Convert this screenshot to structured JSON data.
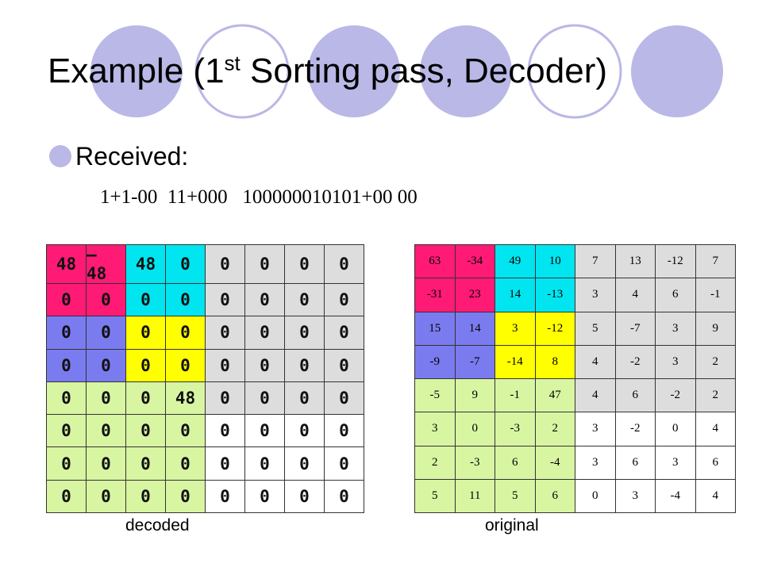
{
  "slide": {
    "title_prefix": "Example (1",
    "title_sup": "st",
    "title_suffix": " Sorting pass, Decoder)",
    "bullet": "Received:",
    "received_bits": "1+1-00  11+000   100000010101+00 00"
  },
  "colors": {
    "pink": "#ff1a75",
    "cyan": "#00e5f0",
    "blue": "#7b7bf0",
    "yellow": "#ffff00",
    "green": "#d8f5a2",
    "gray": "#dddddd",
    "white": "#ffffff",
    "circle": "#b9b8e6"
  },
  "color_map": [
    [
      "pink",
      "pink",
      "cyan",
      "cyan",
      "gray",
      "gray",
      "gray",
      "gray"
    ],
    [
      "pink",
      "pink",
      "cyan",
      "cyan",
      "gray",
      "gray",
      "gray",
      "gray"
    ],
    [
      "blue",
      "blue",
      "yellow",
      "yellow",
      "gray",
      "gray",
      "gray",
      "gray"
    ],
    [
      "blue",
      "blue",
      "yellow",
      "yellow",
      "gray",
      "gray",
      "gray",
      "gray"
    ],
    [
      "green",
      "green",
      "green",
      "green",
      "gray",
      "gray",
      "gray",
      "gray"
    ],
    [
      "green",
      "green",
      "green",
      "green",
      "white",
      "white",
      "white",
      "white"
    ],
    [
      "green",
      "green",
      "green",
      "green",
      "white",
      "white",
      "white",
      "white"
    ],
    [
      "green",
      "green",
      "green",
      "green",
      "white",
      "white",
      "white",
      "white"
    ]
  ],
  "decoded": {
    "caption": "decoded",
    "rows": [
      [
        "48",
        "– 48",
        "48",
        "0",
        "0",
        "0",
        "0",
        "0"
      ],
      [
        "0",
        "0",
        "0",
        "0",
        "0",
        "0",
        "0",
        "0"
      ],
      [
        "0",
        "0",
        "0",
        "0",
        "0",
        "0",
        "0",
        "0"
      ],
      [
        "0",
        "0",
        "0",
        "0",
        "0",
        "0",
        "0",
        "0"
      ],
      [
        "0",
        "0",
        "0",
        "48",
        "0",
        "0",
        "0",
        "0"
      ],
      [
        "0",
        "0",
        "0",
        "0",
        "0",
        "0",
        "0",
        "0"
      ],
      [
        "0",
        "0",
        "0",
        "0",
        "0",
        "0",
        "0",
        "0"
      ],
      [
        "0",
        "0",
        "0",
        "0",
        "0",
        "0",
        "0",
        "0"
      ]
    ]
  },
  "original": {
    "caption": "original",
    "rows": [
      [
        "63",
        "-34",
        "49",
        "10",
        "7",
        "13",
        "-12",
        "7"
      ],
      [
        "-31",
        "23",
        "14",
        "-13",
        "3",
        "4",
        "6",
        "-1"
      ],
      [
        "15",
        "14",
        "3",
        "-12",
        "5",
        "-7",
        "3",
        "9"
      ],
      [
        "-9",
        "-7",
        "-14",
        "8",
        "4",
        "-2",
        "3",
        "2"
      ],
      [
        "-5",
        "9",
        "-1",
        "47",
        "4",
        "6",
        "-2",
        "2"
      ],
      [
        "3",
        "0",
        "-3",
        "2",
        "3",
        "-2",
        "0",
        "4"
      ],
      [
        "2",
        "-3",
        "6",
        "-4",
        "3",
        "6",
        "3",
        "6"
      ],
      [
        "5",
        "11",
        "5",
        "6",
        "0",
        "3",
        "-4",
        "4"
      ]
    ]
  }
}
